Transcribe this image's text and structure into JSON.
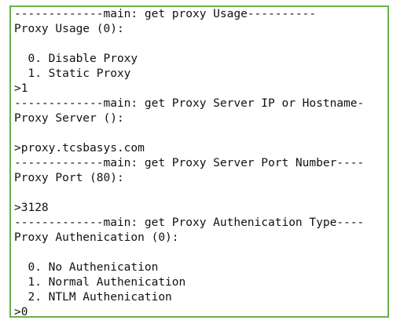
{
  "terminal": {
    "lines": [
      "-------------main: get proxy Usage----------",
      "Proxy Usage (0):",
      "",
      "  0. Disable Proxy",
      "  1. Static Proxy",
      ">1",
      "-------------main: get Proxy Server IP or Hostname-",
      "Proxy Server ():",
      "",
      ">proxy.tcsbasys.com",
      "-------------main: get Proxy Server Port Number----",
      "Proxy Port (80):",
      "",
      ">3128",
      "-------------main: get Proxy Authenication Type----",
      "Proxy Authenication (0):",
      "",
      "  0. No Authenication",
      "  1. Normal Authenication",
      "  2. NTLM Authenication",
      ">0"
    ]
  },
  "colors": {
    "frame_border": "#6ab04c",
    "text": "#111111",
    "background": "#ffffff"
  }
}
